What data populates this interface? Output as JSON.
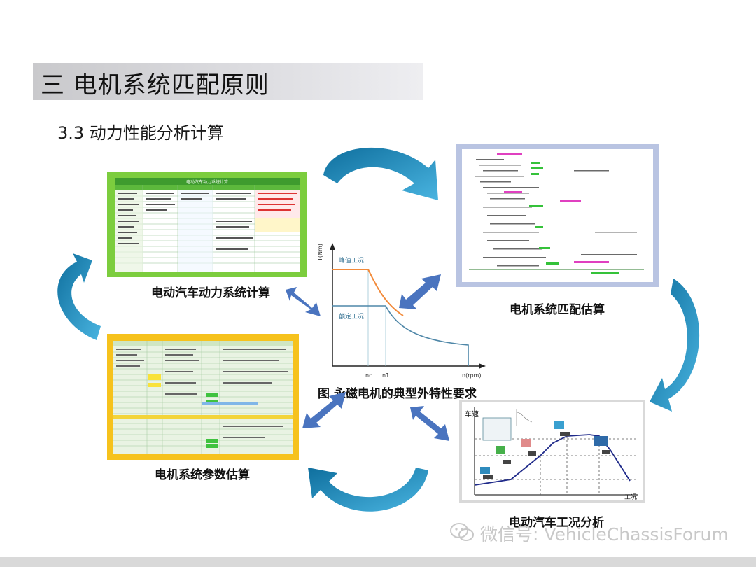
{
  "slide": {
    "title": "三 电机系统匹配原则",
    "subtitle": "3.3 动力性能分析计算"
  },
  "captions": {
    "powertrain_calc": "电动汽车动力系统计算",
    "motor_match": "电机系统匹配估算",
    "motor_param": "电机系统参数估算",
    "driving_cycle": "电动汽车工况分析",
    "center_figure": "图 永磁电机的典型外特性要求"
  },
  "center_chart": {
    "y_axis_label": "T(Nm)",
    "x_axis_label": "n(rpm)",
    "peak_label": "峰值工况",
    "rated_label": "额定工况",
    "tick_nc": "nc",
    "tick_n1": "n1"
  },
  "cycle_chart": {
    "y_axis_label": "车速",
    "x_axis_label": "工况"
  },
  "spreadsheet_header": "电动汽车动力系统计算",
  "watermark": "微信号: VehicleChassisForum",
  "colors": {
    "arrow_teal": "#1f8fc0",
    "arrow_blue": "#4a74bf",
    "frame_green": "#7ccd3e",
    "frame_blue": "#b9c4e2",
    "frame_orange": "#f6c21d",
    "peak_curve": "#f28a3a",
    "rated_curve": "#4f87a8"
  }
}
